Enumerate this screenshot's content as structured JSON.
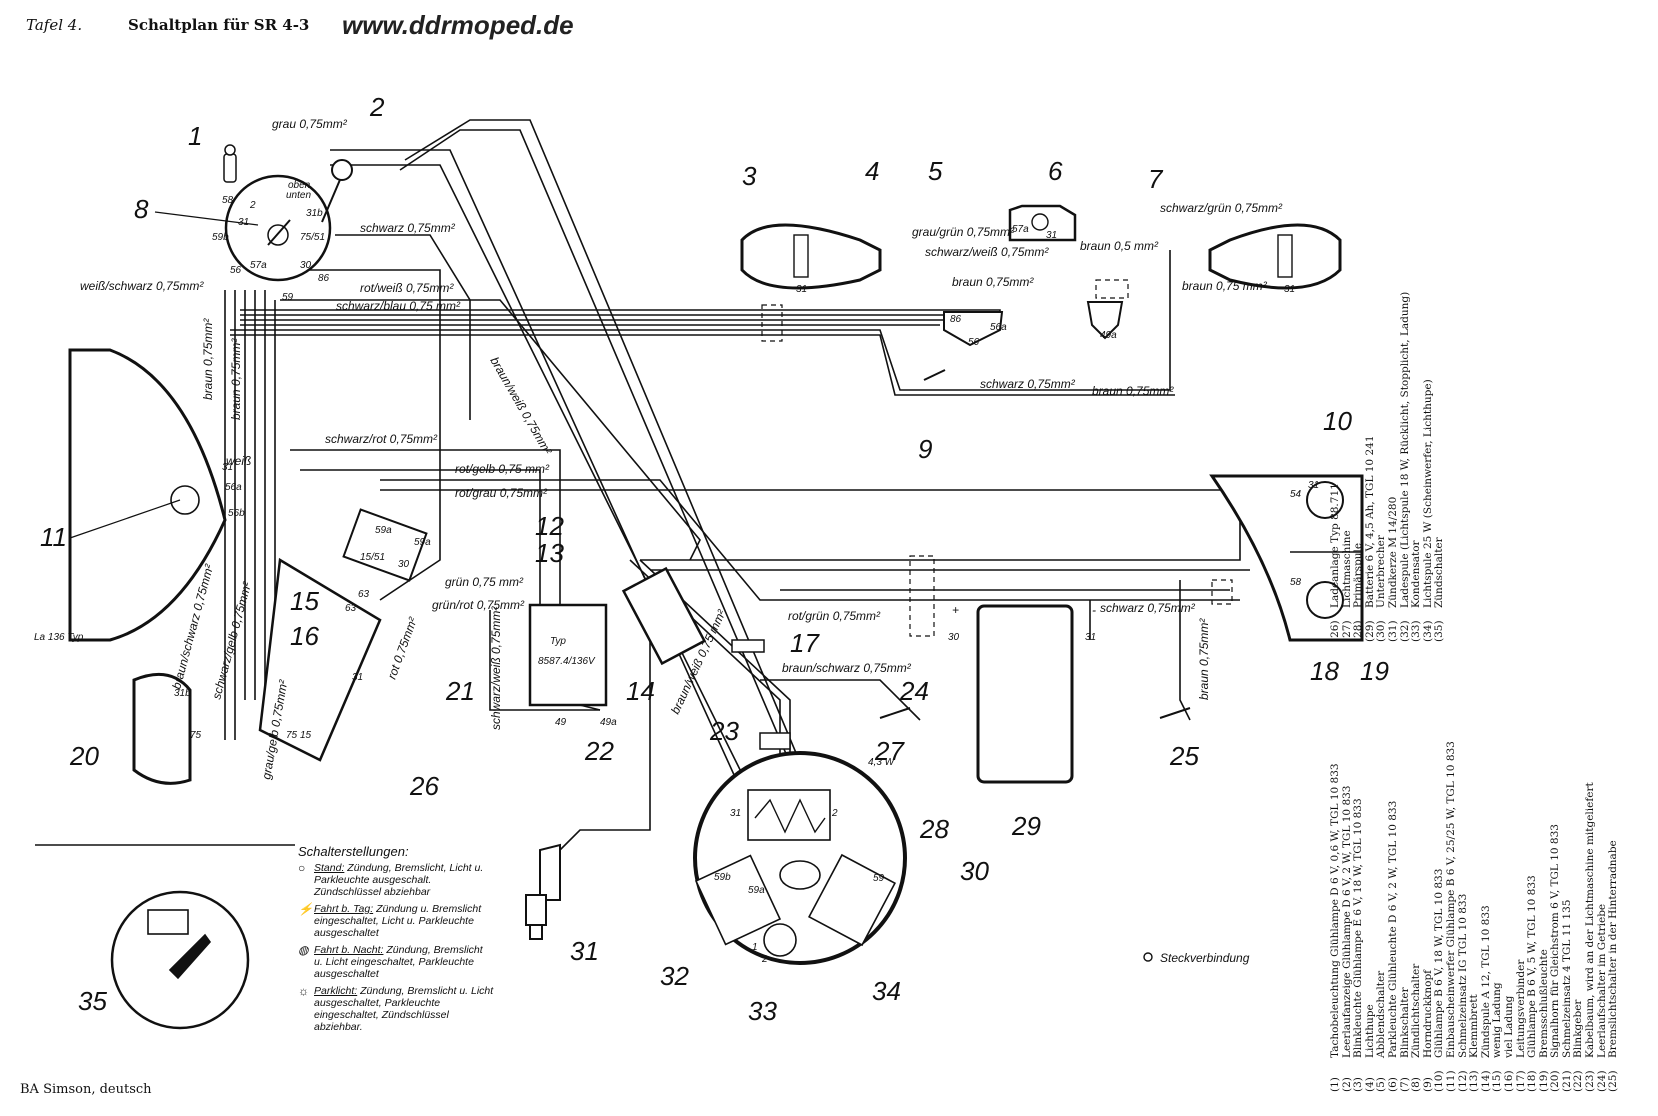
{
  "header": {
    "tafel": "Tafel 4.",
    "title": "Schaltplan für SR 4-3",
    "url": "www.ddrmoped.de"
  },
  "footer": "BA Simson, deutsch",
  "numbers": [
    "1",
    "2",
    "3",
    "4",
    "5",
    "6",
    "7",
    "8",
    "9",
    "10",
    "11",
    "12",
    "13",
    "14",
    "15",
    "16",
    "17",
    "18",
    "19",
    "20",
    "21",
    "22",
    "23",
    "24",
    "25",
    "26",
    "27",
    "28",
    "29",
    "30",
    "31",
    "32",
    "33",
    "34",
    "35"
  ],
  "wires": {
    "grau": "grau 0,75mm²",
    "schwarz_top": "schwarz 0,75mm²",
    "rot_weiss": "rot/weiß 0,75mm²",
    "schwarz_blau": "schwarz/blau 0,75 mm²",
    "weiss_schwarz": "weiß/schwarz 0,75mm²",
    "braun_left": "braun 0,75mm²",
    "braun_mid": "braun 0,75mm²",
    "braun_weiss": "braun/weiß 0,75mm²",
    "schwarz_rot": "schwarz/rot 0,75mm²",
    "rot_gelb": "rot/gelb 0,75 mm²",
    "rot_grau": "rot/grau 0,75mm²",
    "gruen": "grün 0,75 mm²",
    "gruen_rot": "grün/rot 0,75mm²",
    "rot": "rot 0,75mm²",
    "braun_schwarz_left": "braun/schwarz 0,75mm²",
    "schwarz_gelb": "schwarz/gelb 0,75mm²",
    "grau_gelb": "grau/gelb 0,75mm²",
    "schwarz_weiss_left": "schwarz/weiß 0,75mm²",
    "braun_weiss_small": "braun/weiß 0,75 mm²",
    "braun_schwarz_bottom": "braun/schwarz 0,75mm²",
    "rot_gruen": "rot/grün 0,75mm²",
    "schwarz_right": "schwarz 0,75mm²",
    "braun_right": "braun 0,75mm²",
    "grau_gruen": "grau/grün 0,75mm²",
    "schwarz_weiss_top": "schwarz/weiß 0,75mm²",
    "braun_top": "braun 0,75mm²",
    "braun_05": "braun 0,5 mm²",
    "schwarz_gruen": "schwarz/grün 0,75mm²",
    "braun_075_right": "braun 0,75 mm²",
    "schwarz_bottom": "schwarz 0,75mm²",
    "braun_bottom": "braun 0,75mm²",
    "braun_vert_right": "braun 0,75mm²",
    "schwarz_vert_right": "schwarz 0,75mm²",
    "weiss": "weiß"
  },
  "terminals": {
    "t58": "58",
    "t2": "2",
    "t59b": "59b",
    "t31": "31",
    "t31b": "31b",
    "t75": "75/51",
    "t30": "30",
    "t56": "56",
    "t57a": "57a",
    "t86": "86",
    "t59": "59",
    "oben": "oben",
    "unten": "unten",
    "h31": "31",
    "h56a": "56a",
    "h56b": "56b",
    "la": "La 136 Typ",
    "s59a": "59a",
    "s1515": "15/51",
    "s63": "63",
    "s63b": "63",
    "s30": "30",
    "s15": "15",
    "s31": "31",
    "s75": "75",
    "s59a2": "59a",
    "h31b": "31b",
    "h75": "75",
    "typ1": "Typ",
    "typ2": "8587.4/136V",
    "r49": "49",
    "r49a": "49a",
    "f31": "31",
    "f15": "15",
    "g4": "4,3 W",
    "g31": "31",
    "g2": "2",
    "g59b": "59b",
    "g59a": "59a",
    "g59": "59",
    "g1": "1",
    "g2b": "2",
    "p30": "30",
    "p31": "31",
    "plus": "+",
    "minus": "-",
    "r54": "54",
    "r31": "31",
    "r58": "58",
    "b57a": "57a",
    "b31": "31",
    "l31": "31",
    "r31b": "31",
    "b56": "56",
    "b86": "86",
    "b56a": "56a",
    "b49a": "49a",
    "k31": "31"
  },
  "steckverbindung": "Steckverbindung",
  "legend": {
    "title": "Schalterstellungen:",
    "items": [
      {
        "symbol": "○",
        "head": "Stand:",
        "text": "Zündung, Bremslicht, Licht u. Parkleuchte ausgeschalt. Zündschlüssel abziehbar"
      },
      {
        "symbol": "⚡",
        "head": "Fahrt b. Tag:",
        "text": "Zündung u. Bremslicht eingeschaltet, Licht u. Parkleuchte ausgeschaltet"
      },
      {
        "symbol": "◍",
        "head": "Fahrt b. Nacht:",
        "text": "Zündung, Bremslicht u. Licht eingeschaltet, Parkleuchte ausgeschaltet"
      },
      {
        "symbol": "☼",
        "head": "Parklicht:",
        "text": "Zündung, Bremslicht u. Licht ausgeschaltet, Parkleuchte eingeschaltet, Zündschlüssel abziehbar."
      }
    ]
  },
  "parts": [
    {
      "n": "(1)",
      "t": "Tachobeleuchtung Glühlampe D 6 V, 0,6 W, TGL 10 833"
    },
    {
      "n": "(2)",
      "t": "Leerlaufanzeige Glühlampe D 6 V, 2 W, TGL 10 833"
    },
    {
      "n": "(3)",
      "t": "Blinkleuchte Glühlampe E 6 V, 18 W, TGL 10 833"
    },
    {
      "n": "(4)",
      "t": "Lichthupe"
    },
    {
      "n": "(5)",
      "t": "Abblendschalter"
    },
    {
      "n": "(6)",
      "t": "Parkleuchte Glühleuchte D 6 V, 2 W, TGL 10 833"
    },
    {
      "n": "(7)",
      "t": "Blinkschalter"
    },
    {
      "n": "(8)",
      "t": "Zündlichtschalter"
    },
    {
      "n": "(9)",
      "t": "Horndruckknopf"
    },
    {
      "n": "(10)",
      "t": "Glühlampe B 6 V, 18 W, TGL 10 833"
    },
    {
      "n": "(11)",
      "t": "Einbauscheinwerfer Glühlampe B 6 V, 25/25 W, TGL 10 833"
    },
    {
      "n": "(12)",
      "t": "Schmelzeinsatz IG TGL 10 833"
    },
    {
      "n": "(13)",
      "t": "Klemmbrett"
    },
    {
      "n": "(14)",
      "t": "Zündspule A 12, TGL 10 833"
    },
    {
      "n": "(15)",
      "t": "wenig Ladung"
    },
    {
      "n": "(16)",
      "t": "viel Ladung"
    },
    {
      "n": "(17)",
      "t": "Leitungsverbinder"
    },
    {
      "n": "(18)",
      "t": "Glühlampe B 6 V, 5 W, TGL 10 833"
    },
    {
      "n": "(19)",
      "t": "Bremsschlußleuchte"
    },
    {
      "n": "(20)",
      "t": "Signalhorn für Gleichstrom 6 V, TGL 10 833"
    },
    {
      "n": "(21)",
      "t": "Schmelzeinsatz 4 TGL 11 135"
    },
    {
      "n": "(22)",
      "t": "Blinkgeber"
    },
    {
      "n": "(23)",
      "t": "Kabelbaum, wird an der Lichtmaschine mitgeliefert"
    },
    {
      "n": "(24)",
      "t": "Leerlaufschalter im Getriebe"
    },
    {
      "n": "(25)",
      "t": "Bremslichtschalter in der Hinterradnabe"
    },
    {
      "n": "(26)",
      "t": "Ladeanlage Typ 88.711"
    },
    {
      "n": "(27)",
      "t": "Lichtmaschine"
    },
    {
      "n": "(28)",
      "t": "Primärspule"
    },
    {
      "n": "(29)",
      "t": "Batterie 6 V, 4,5 Ah, TGL 10 241"
    },
    {
      "n": "(30)",
      "t": "Unterbrecher"
    },
    {
      "n": "(31)",
      "t": "Zündkerze M 14/280"
    },
    {
      "n": "(32)",
      "t": "Ladespule (Lichtspule 18 W, Rücklicht, Stopplicht, Ladung)"
    },
    {
      "n": "(33)",
      "t": "Kondensator"
    },
    {
      "n": "(34)",
      "t": "Lichtspule 25 W (Scheinwerfer, Lichthupe)"
    },
    {
      "n": "(35)",
      "t": "Zündschalter"
    }
  ]
}
